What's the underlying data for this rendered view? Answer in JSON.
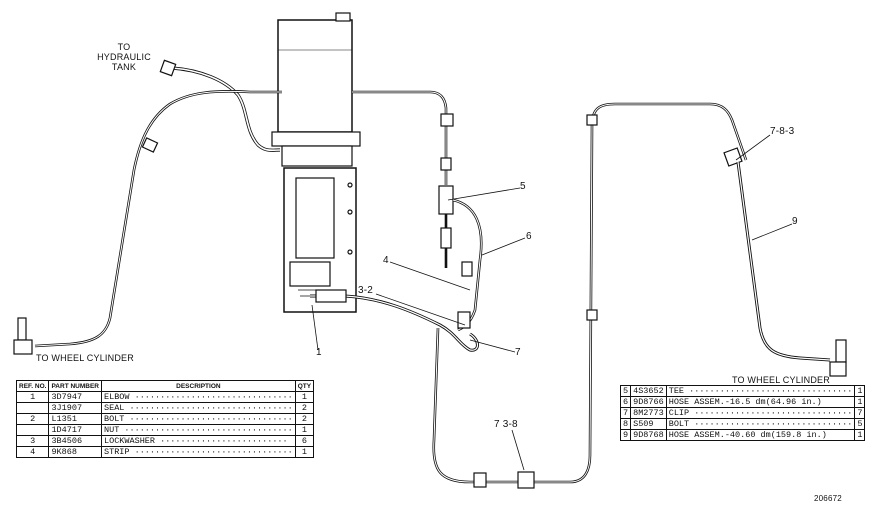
{
  "labels": {
    "hydraulic_tank": [
      "TO",
      "HYDRAULIC",
      "TANK"
    ],
    "wheel_cylinder_left": "TO WHEEL CYLINDER",
    "wheel_cylinder_right": "TO WHEEL CYLINDER",
    "drawing_number": "206672"
  },
  "callouts": {
    "c1": "1",
    "c4": "4",
    "c5": "5",
    "c6": "6",
    "c7": "7",
    "c32": "3-2",
    "c9": "9",
    "c783": "7-8-3",
    "c738": "7 3-8"
  },
  "left_table": {
    "headers": {
      "ref": "REF. NO.",
      "part": "PART NUMBER",
      "desc": "DESCRIPTION",
      "qty": "QTY"
    },
    "rows": [
      {
        "ref": "1",
        "part": "3D7947",
        "desc": "ELBOW ·······························",
        "qty": "1"
      },
      {
        "ref": "",
        "part": "3J1907",
        "desc": "SEAL ································",
        "qty": "2"
      },
      {
        "ref": "2",
        "part": "L1351",
        "desc": "BOLT ································",
        "qty": "2"
      },
      {
        "ref": "",
        "part": "1D4717",
        "desc": "NUT ·································",
        "qty": "1"
      },
      {
        "ref": "3",
        "part": "3B4506",
        "desc": "LOCKWASHER ·························",
        "qty": "6"
      },
      {
        "ref": "4",
        "part": "9K868",
        "desc": "STRIP ·······························",
        "qty": "1"
      }
    ]
  },
  "right_table": {
    "rows": [
      {
        "ref": "5",
        "part": "4S3652",
        "desc": "TEE ································",
        "qty": "1"
      },
      {
        "ref": "6",
        "part": "9D8766",
        "desc": "HOSE ASSEM.-16.5 dm(64.96 in.)",
        "qty": "1"
      },
      {
        "ref": "7",
        "part": "8M2773",
        "desc": "CLIP ·······························",
        "qty": "7"
      },
      {
        "ref": "8",
        "part": "S509",
        "desc": "BOLT ·······························",
        "qty": "5"
      },
      {
        "ref": "9",
        "part": "9D8768",
        "desc": "HOSE ASSEM.-40.60 dm(159.8 in.)",
        "qty": "1"
      }
    ]
  }
}
